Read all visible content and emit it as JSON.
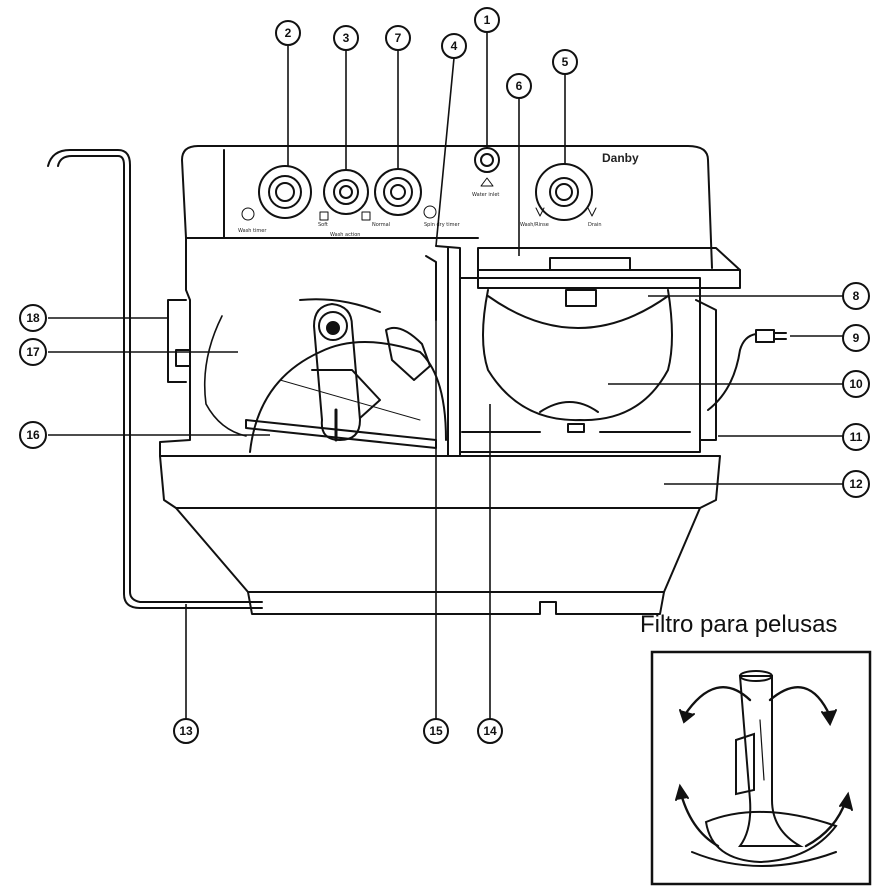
{
  "brand": "Danby",
  "panel_labels": {
    "wash_timer": "Wash timer",
    "wash_action": "Wash action",
    "soft": "Soft",
    "normal": "Normal",
    "spin_timer": "Spin dry timer",
    "water_inlet": "Water inlet",
    "wash_rinse": "Wash/Rinse",
    "drain": "Drain"
  },
  "inset_title": "Filtro para pelusas",
  "callouts": [
    "1",
    "2",
    "3",
    "4",
    "5",
    "6",
    "7",
    "8",
    "9",
    "10",
    "11",
    "12",
    "13",
    "14",
    "15",
    "16",
    "17",
    "18"
  ]
}
